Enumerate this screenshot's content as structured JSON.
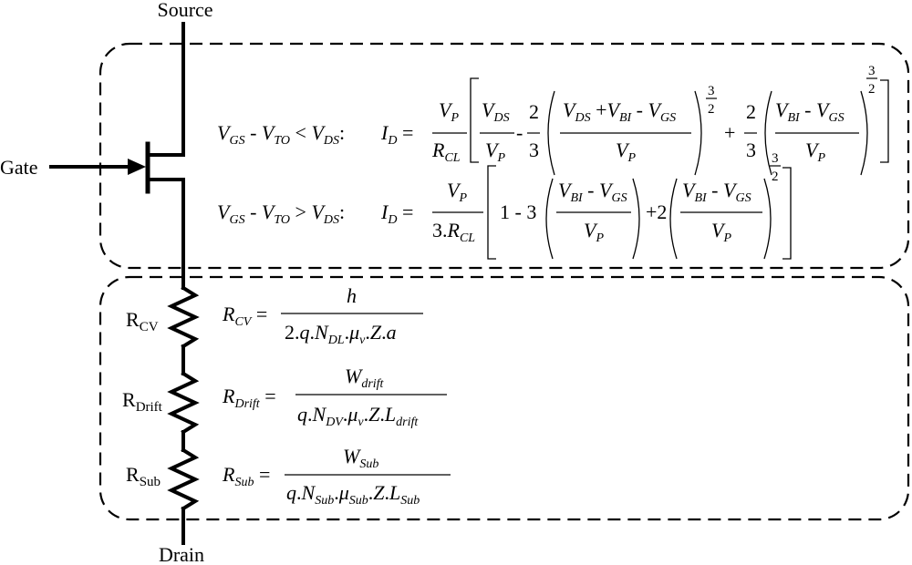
{
  "terminals": {
    "source": "Source",
    "gate": "Gate",
    "drain": "Drain"
  },
  "resistors": [
    {
      "base": "R",
      "sub": "CV"
    },
    {
      "base": "R",
      "sub": "Drift"
    },
    {
      "base": "R",
      "sub": "Sub"
    }
  ],
  "equations": {
    "cond1": {
      "lhs": "V_GS - V_TO < V_DS :"
    },
    "cond2": {
      "lhs": "V_GS - V_TO > V_DS :"
    },
    "r_cv": "R_CV = h / (2.q.N_DL.μ_v.Z.a)",
    "r_drift": "R_Drift = W_drift / (q.N_DV.μ_v.Z.L_drift)",
    "r_sub": "R_Sub = W_Sub / (q.N_Sub.μ_Sub.Z.L_Sub)"
  }
}
